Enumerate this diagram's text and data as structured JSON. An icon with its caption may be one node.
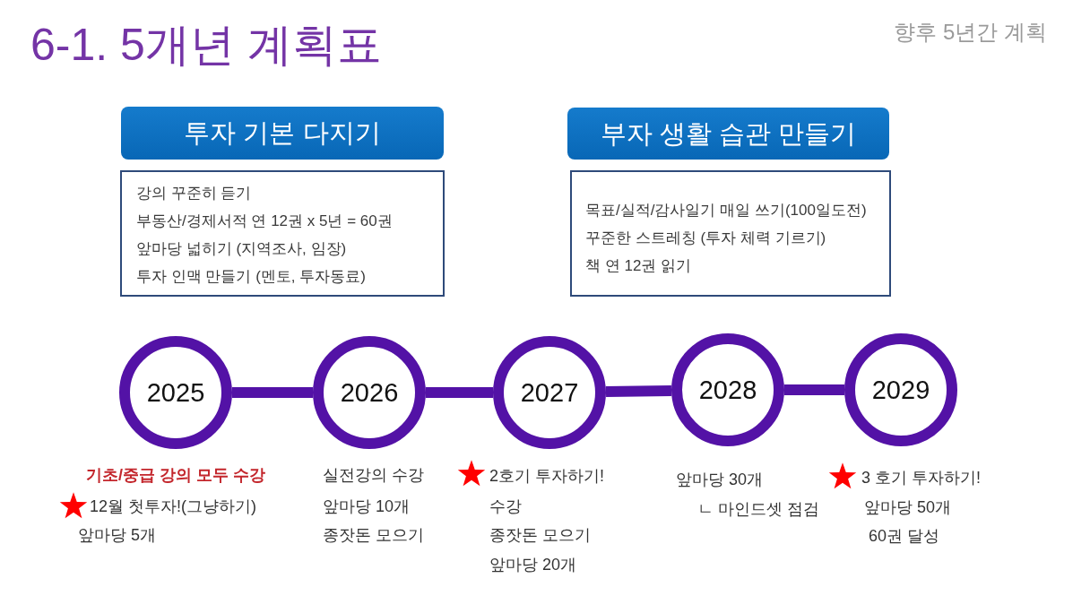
{
  "diagram": {
    "title": "6-1. 5개년 계획표",
    "nodes": [
      {
        "text": [
          "투자 기본 다지기"
        ]
      },
      {
        "text": [
          "강의 꾸준히 듣기",
          "부동산/경제서적 연 12권 x 5년 = 60권",
          "앞마당 넓히기 (지역조사, 임장)",
          "투자 인맥 만들기 (멘토, 투자동료)"
        ]
      },
      {
        "text": [
          "부자 생활 습관 만들기"
        ]
      },
      {
        "text": [
          "목표/실적/감사일기 매일 쓰기(100일도전)",
          "꾸준한 스트레칭 (투자 체력 기르기)",
          "책 연 12권 읽기"
        ]
      },
      {
        "text": [
          "2025"
        ],
        "beside": [
          "기초/중급 강의 모두 수강",
          "12월 첫투자!(그냥하기)",
          "앞마당 5개"
        ]
      },
      {
        "text": [
          "2026"
        ],
        "beside": [
          "실전강의 수강",
          "앞마당 10개",
          "종잣돈 모으기"
        ]
      },
      {
        "text": [
          "2027"
        ],
        "beside": [
          "2호기 투자하기!",
          "수강",
          "종잣돈 모으기",
          "앞마당 20개"
        ]
      },
      {
        "text": [
          "2028"
        ],
        "beside": [
          "앞마당 30개",
          "ㄴ 마인드셋 점검"
        ]
      },
      {
        "text": [
          "2029"
        ],
        "beside": [
          "3 호기 투자하기!",
          "앞마당 50개",
          "60권 달성"
        ]
      }
    ],
    "edges": [
      {
        "from": 4,
        "to": 5,
        "arrow": "none"
      },
      {
        "from": 5,
        "to": 6,
        "arrow": "none"
      },
      {
        "from": 6,
        "to": 7,
        "arrow": "none"
      },
      {
        "from": 7,
        "to": 8,
        "arrow": "none"
      }
    ],
    "labels": [
      "향후 5년간 계획"
    ]
  }
}
